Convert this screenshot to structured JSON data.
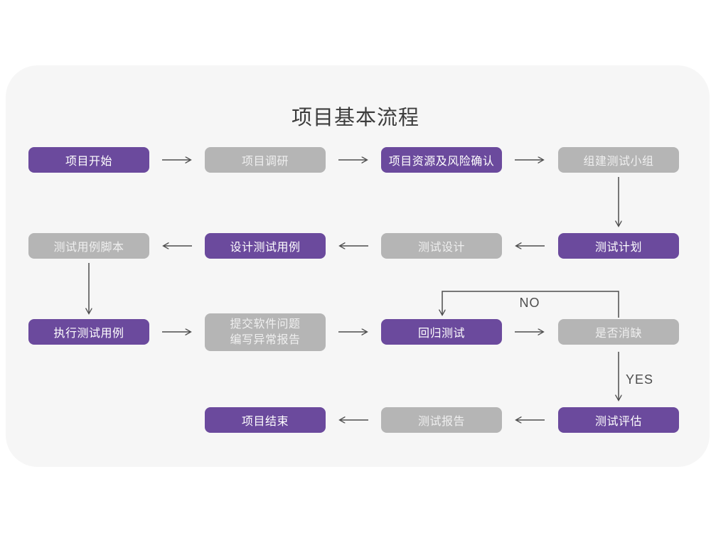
{
  "title": "项目基本流程",
  "decision_labels": {
    "no": "NO",
    "yes": "YES"
  },
  "colors": {
    "purple": "#6B4A9D",
    "gray": "#B5B5B5",
    "card_background": "#F6F6F6",
    "page_background": "#FFFFFF",
    "arrow": "#4D4D4D",
    "node_text": "#FFFFFF",
    "gray_node_text": "#EFEFEF",
    "title_text": "#3D3D3D"
  },
  "nodes": [
    {
      "label": "项目开始",
      "variant": "purple"
    },
    {
      "label": "项目调研",
      "variant": "gray"
    },
    {
      "label": "项目资源及风险确认",
      "variant": "purple"
    },
    {
      "label": "组建测试小组",
      "variant": "gray"
    },
    {
      "label": "测试计划",
      "variant": "purple"
    },
    {
      "label": "测试设计",
      "variant": "gray"
    },
    {
      "label": "设计测试用例",
      "variant": "purple"
    },
    {
      "label": "测试用例脚本",
      "variant": "gray"
    },
    {
      "label": "执行测试用例",
      "variant": "purple"
    },
    {
      "label_line1": "提交软件问题",
      "label_line2": "编写异常报告",
      "variant": "gray"
    },
    {
      "label": "回归测试",
      "variant": "purple"
    },
    {
      "label": "是否消缺",
      "variant": "gray"
    },
    {
      "label": "测试评估",
      "variant": "purple"
    },
    {
      "label": "测试报告",
      "variant": "gray"
    },
    {
      "label": "项目结束",
      "variant": "purple"
    }
  ]
}
